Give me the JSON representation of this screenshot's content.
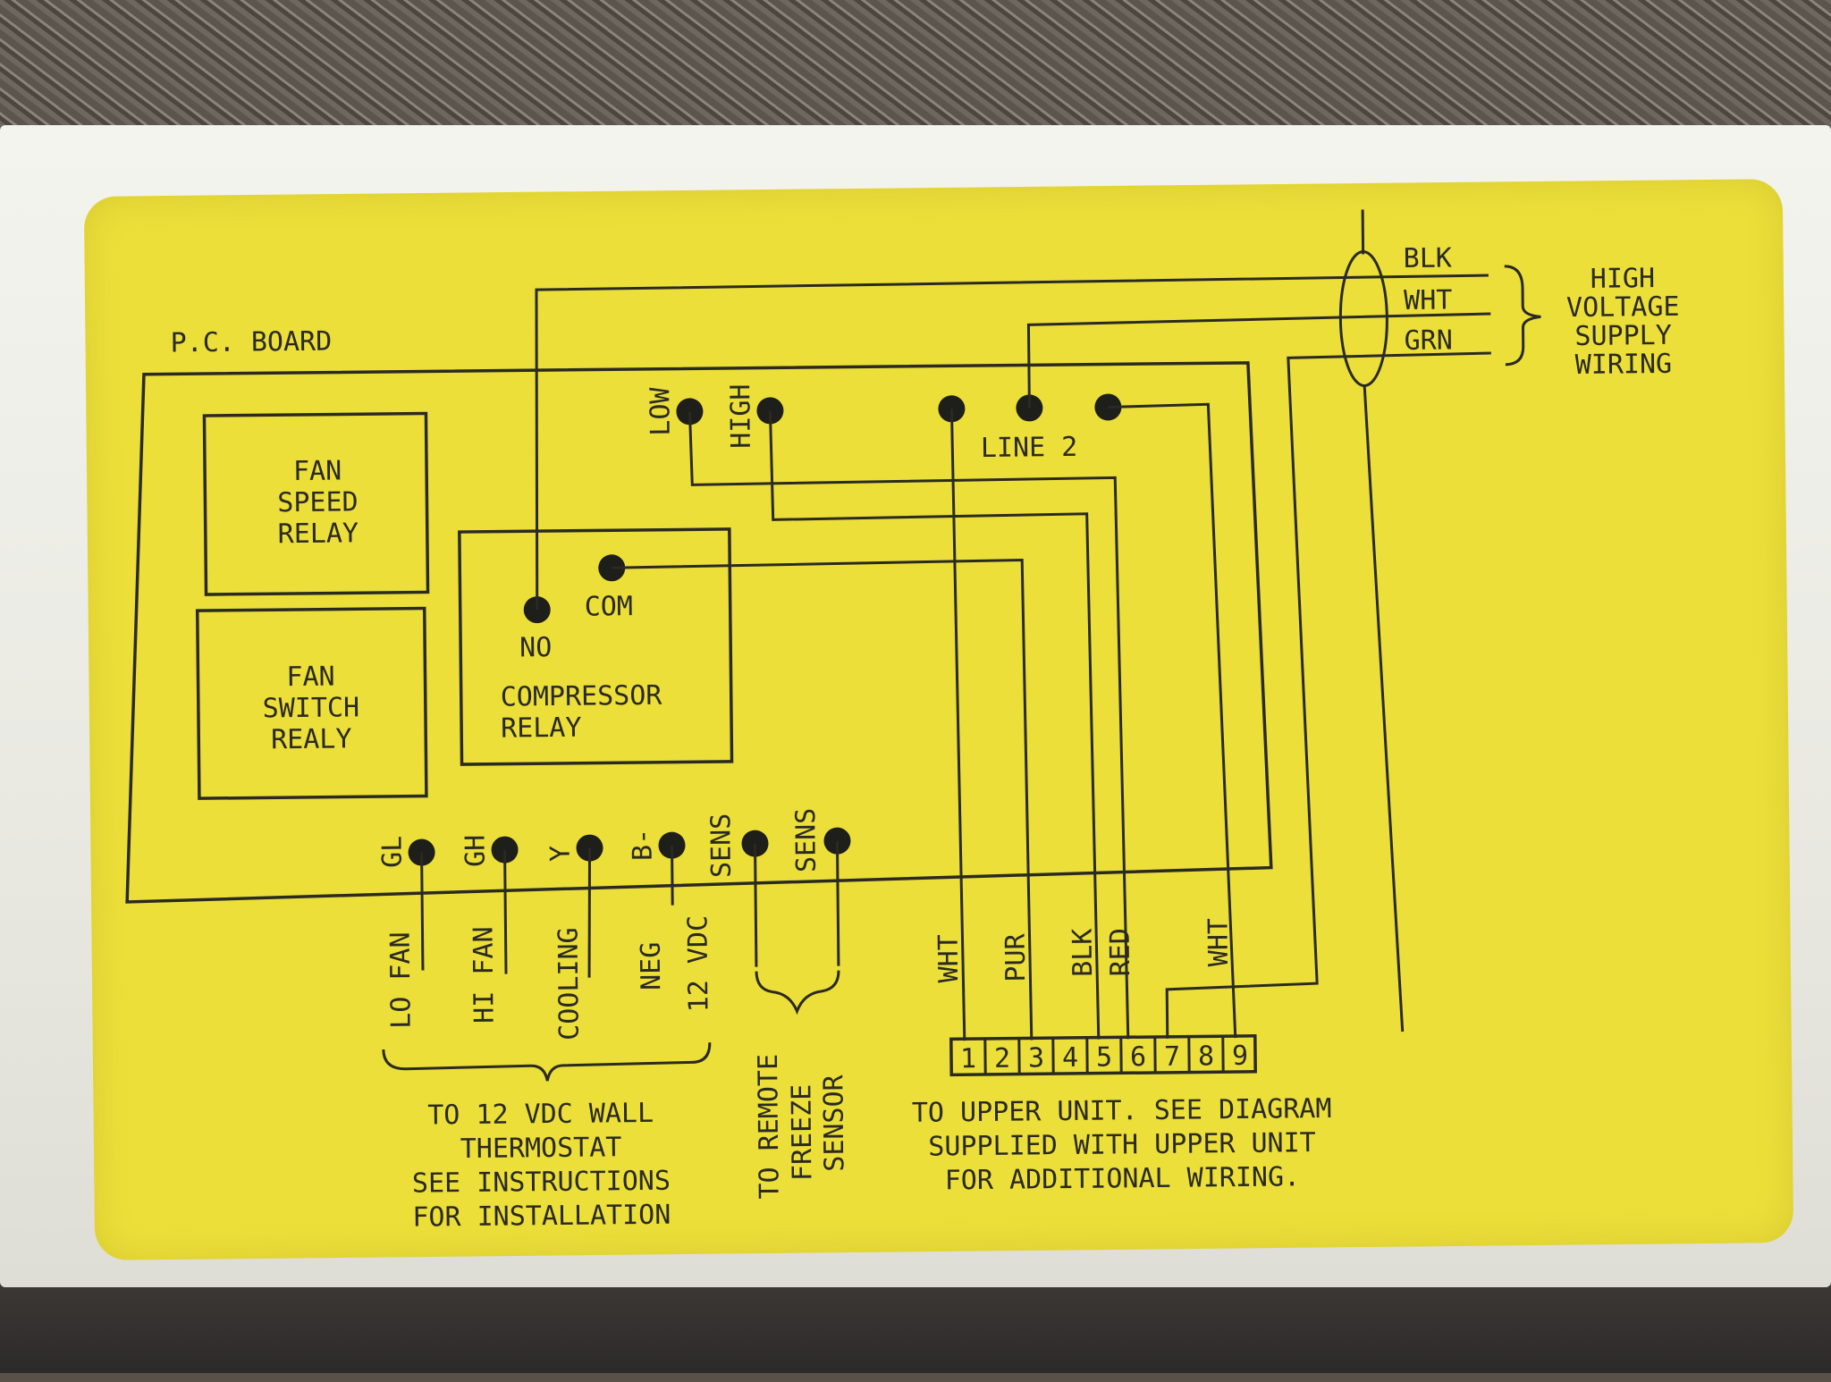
{
  "pc_board": {
    "title": "P.C. BOARD",
    "fan_speed_relay": [
      "FAN",
      "SPEED",
      "RELAY"
    ],
    "fan_switch_relay": [
      "FAN",
      "SWITCH",
      "REALY"
    ],
    "compressor_relay": {
      "lines": [
        "COMPRESSOR",
        "RELAY"
      ],
      "no_label": "NO",
      "com_label": "COM"
    }
  },
  "top_terminals": {
    "low": "LOW",
    "high": "HIGH",
    "line2": "LINE 2"
  },
  "bottom_terminals": [
    "GL",
    "GH",
    "Y",
    "B-",
    "SENS",
    "SENS"
  ],
  "thermostat_wires": {
    "lo_fan": "LO FAN",
    "hi_fan": "HI FAN",
    "cooling": "COOLING",
    "neg": "NEG",
    "vdc": "12 VDC"
  },
  "thermostat_note": [
    "TO 12 VDC WALL",
    "THERMOSTAT",
    "SEE INSTRUCTIONS",
    "FOR INSTALLATION"
  ],
  "freeze_sensor_note": [
    "TO REMOTE",
    "FREEZE",
    "SENSOR"
  ],
  "wire_colors": [
    "WHT",
    "PUR",
    "BLK",
    "RED",
    "WHT"
  ],
  "terminal_block": [
    "1",
    "2",
    "3",
    "4",
    "5",
    "6",
    "7",
    "8",
    "9"
  ],
  "upper_unit_note": [
    "TO UPPER UNIT. SEE DIAGRAM",
    "SUPPLIED WITH UPPER UNIT",
    "FOR ADDITIONAL WIRING."
  ],
  "supply_wires": [
    "BLK",
    "WHT",
    "GRN"
  ],
  "supply_note": [
    "HIGH",
    "VOLTAGE",
    "SUPPLY",
    "WIRING"
  ]
}
